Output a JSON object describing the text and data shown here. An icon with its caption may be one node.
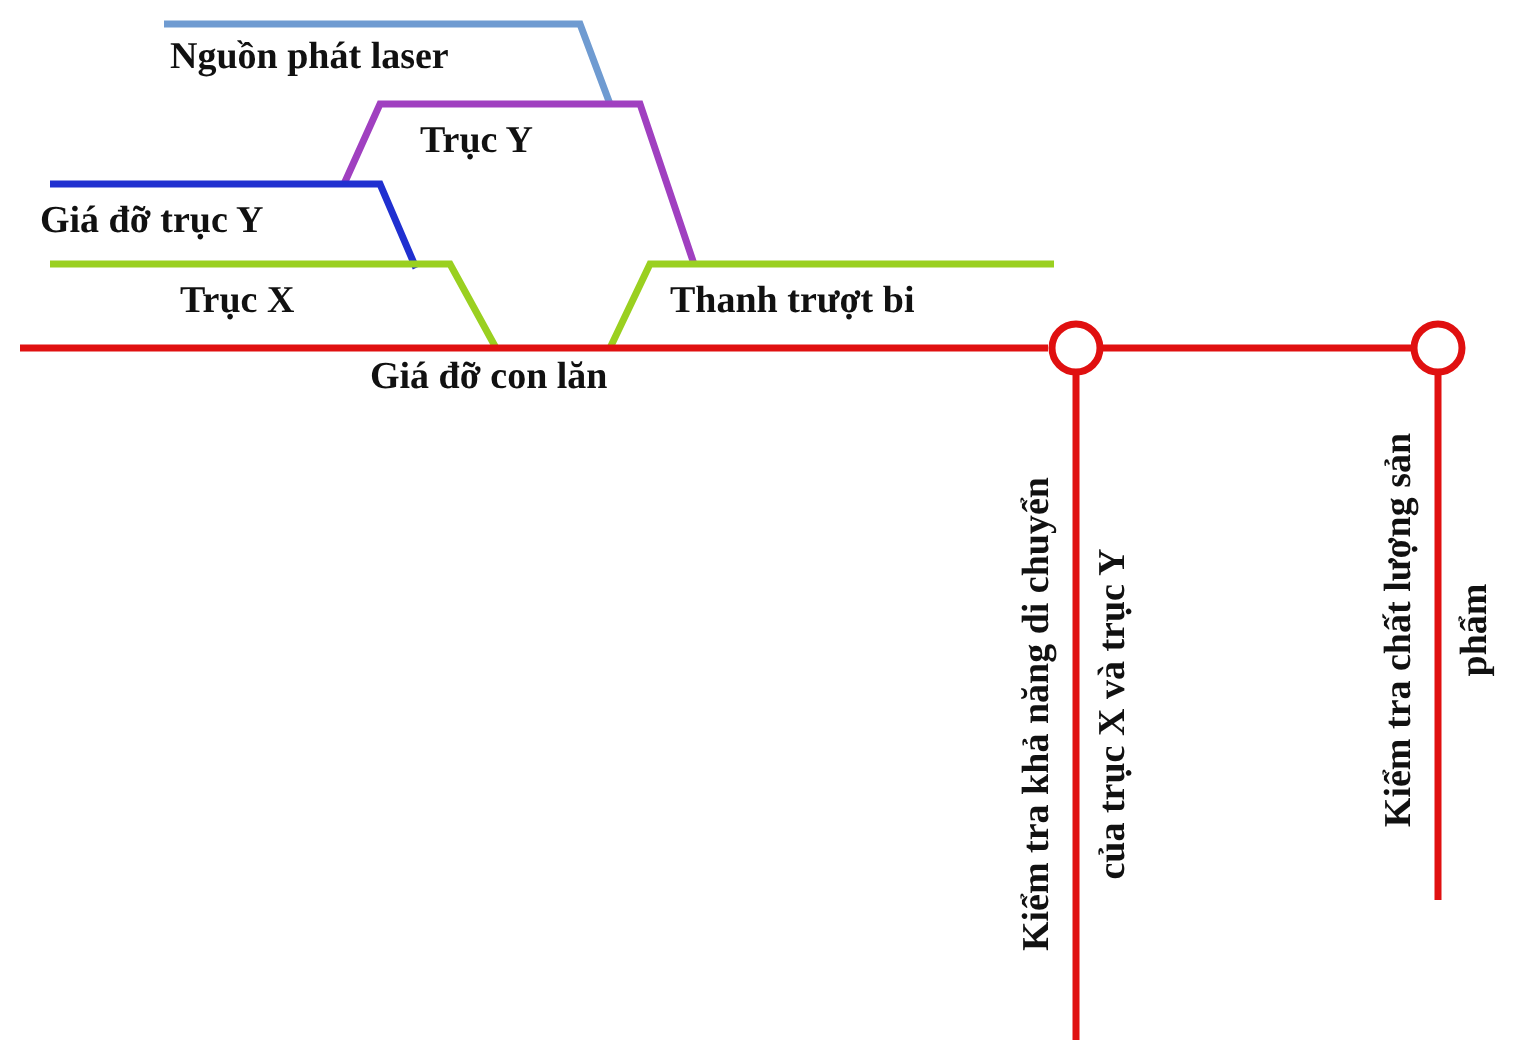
{
  "diagram": {
    "nodes": [
      {
        "text": [],
        "shape": "circle",
        "beside": [
          "Kiểm tra khả năng di chuyển của trục X và trục Y"
        ]
      },
      {
        "text": [],
        "shape": "circle",
        "beside": [
          "Kiểm tra chất lượng sản phẩm"
        ]
      }
    ],
    "edges": [
      {
        "from": 0,
        "to": 1,
        "arrow": "none"
      }
    ],
    "labels": [
      "Nguồn phát laser",
      "Trục Y",
      "Giá đỡ trục Y",
      "Trục X",
      "Thanh trượt bi",
      "Giá đỡ con lăn"
    ]
  }
}
